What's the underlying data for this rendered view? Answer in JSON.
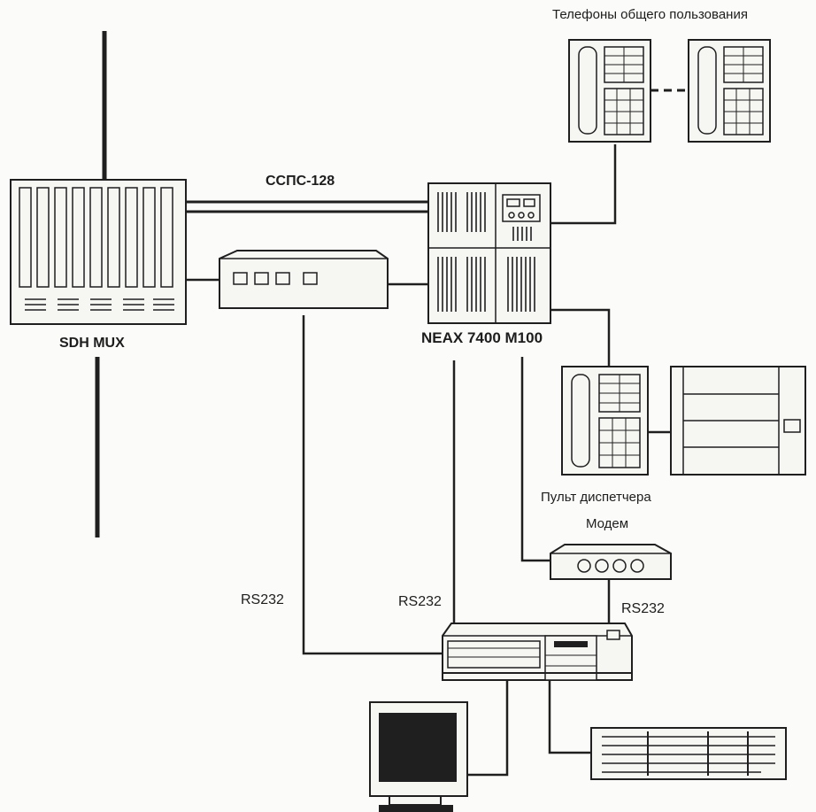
{
  "labels": {
    "public_phones": "Телефоны общего пользования",
    "sspc": "ССПС-128",
    "sdh_mux": "SDH MUX",
    "neax": "NEAX 7400 M100",
    "dispatcher": "Пульт диспетчера",
    "modem": "Модем",
    "rs232_left": "RS232",
    "rs232_middle": "RS232",
    "rs232_right": "RS232"
  }
}
